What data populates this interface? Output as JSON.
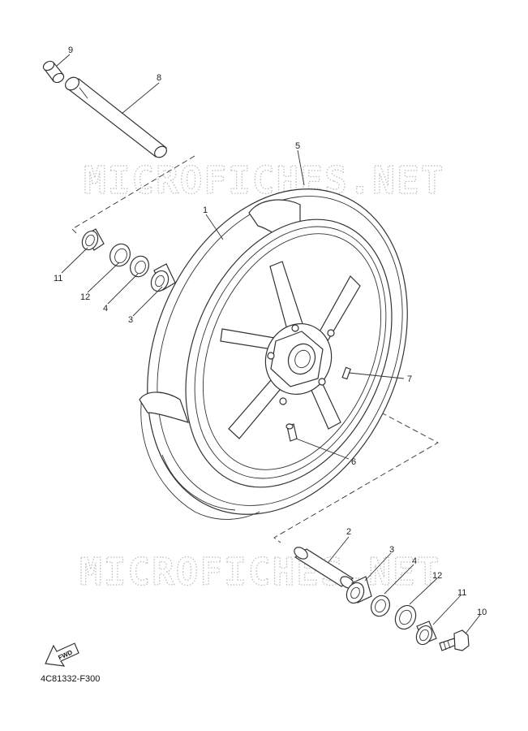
{
  "watermarks": [
    "MICROFICHES.NET",
    "MICROFICHES.NET"
  ],
  "diagram_code": "4C81332-F300",
  "fwd_label": "FWD",
  "callouts": [
    {
      "id": "c1",
      "label": "1"
    },
    {
      "id": "c2",
      "label": "2"
    },
    {
      "id": "c3a",
      "label": "3"
    },
    {
      "id": "c3b",
      "label": "3"
    },
    {
      "id": "c4a",
      "label": "4"
    },
    {
      "id": "c4b",
      "label": "4"
    },
    {
      "id": "c5",
      "label": "5"
    },
    {
      "id": "c6",
      "label": "6"
    },
    {
      "id": "c7",
      "label": "7"
    },
    {
      "id": "c8",
      "label": "8"
    },
    {
      "id": "c9",
      "label": "9"
    },
    {
      "id": "c10",
      "label": "10"
    },
    {
      "id": "c11a",
      "label": "11"
    },
    {
      "id": "c11b",
      "label": "11"
    },
    {
      "id": "c12a",
      "label": "12"
    },
    {
      "id": "c12b",
      "label": "12"
    }
  ]
}
